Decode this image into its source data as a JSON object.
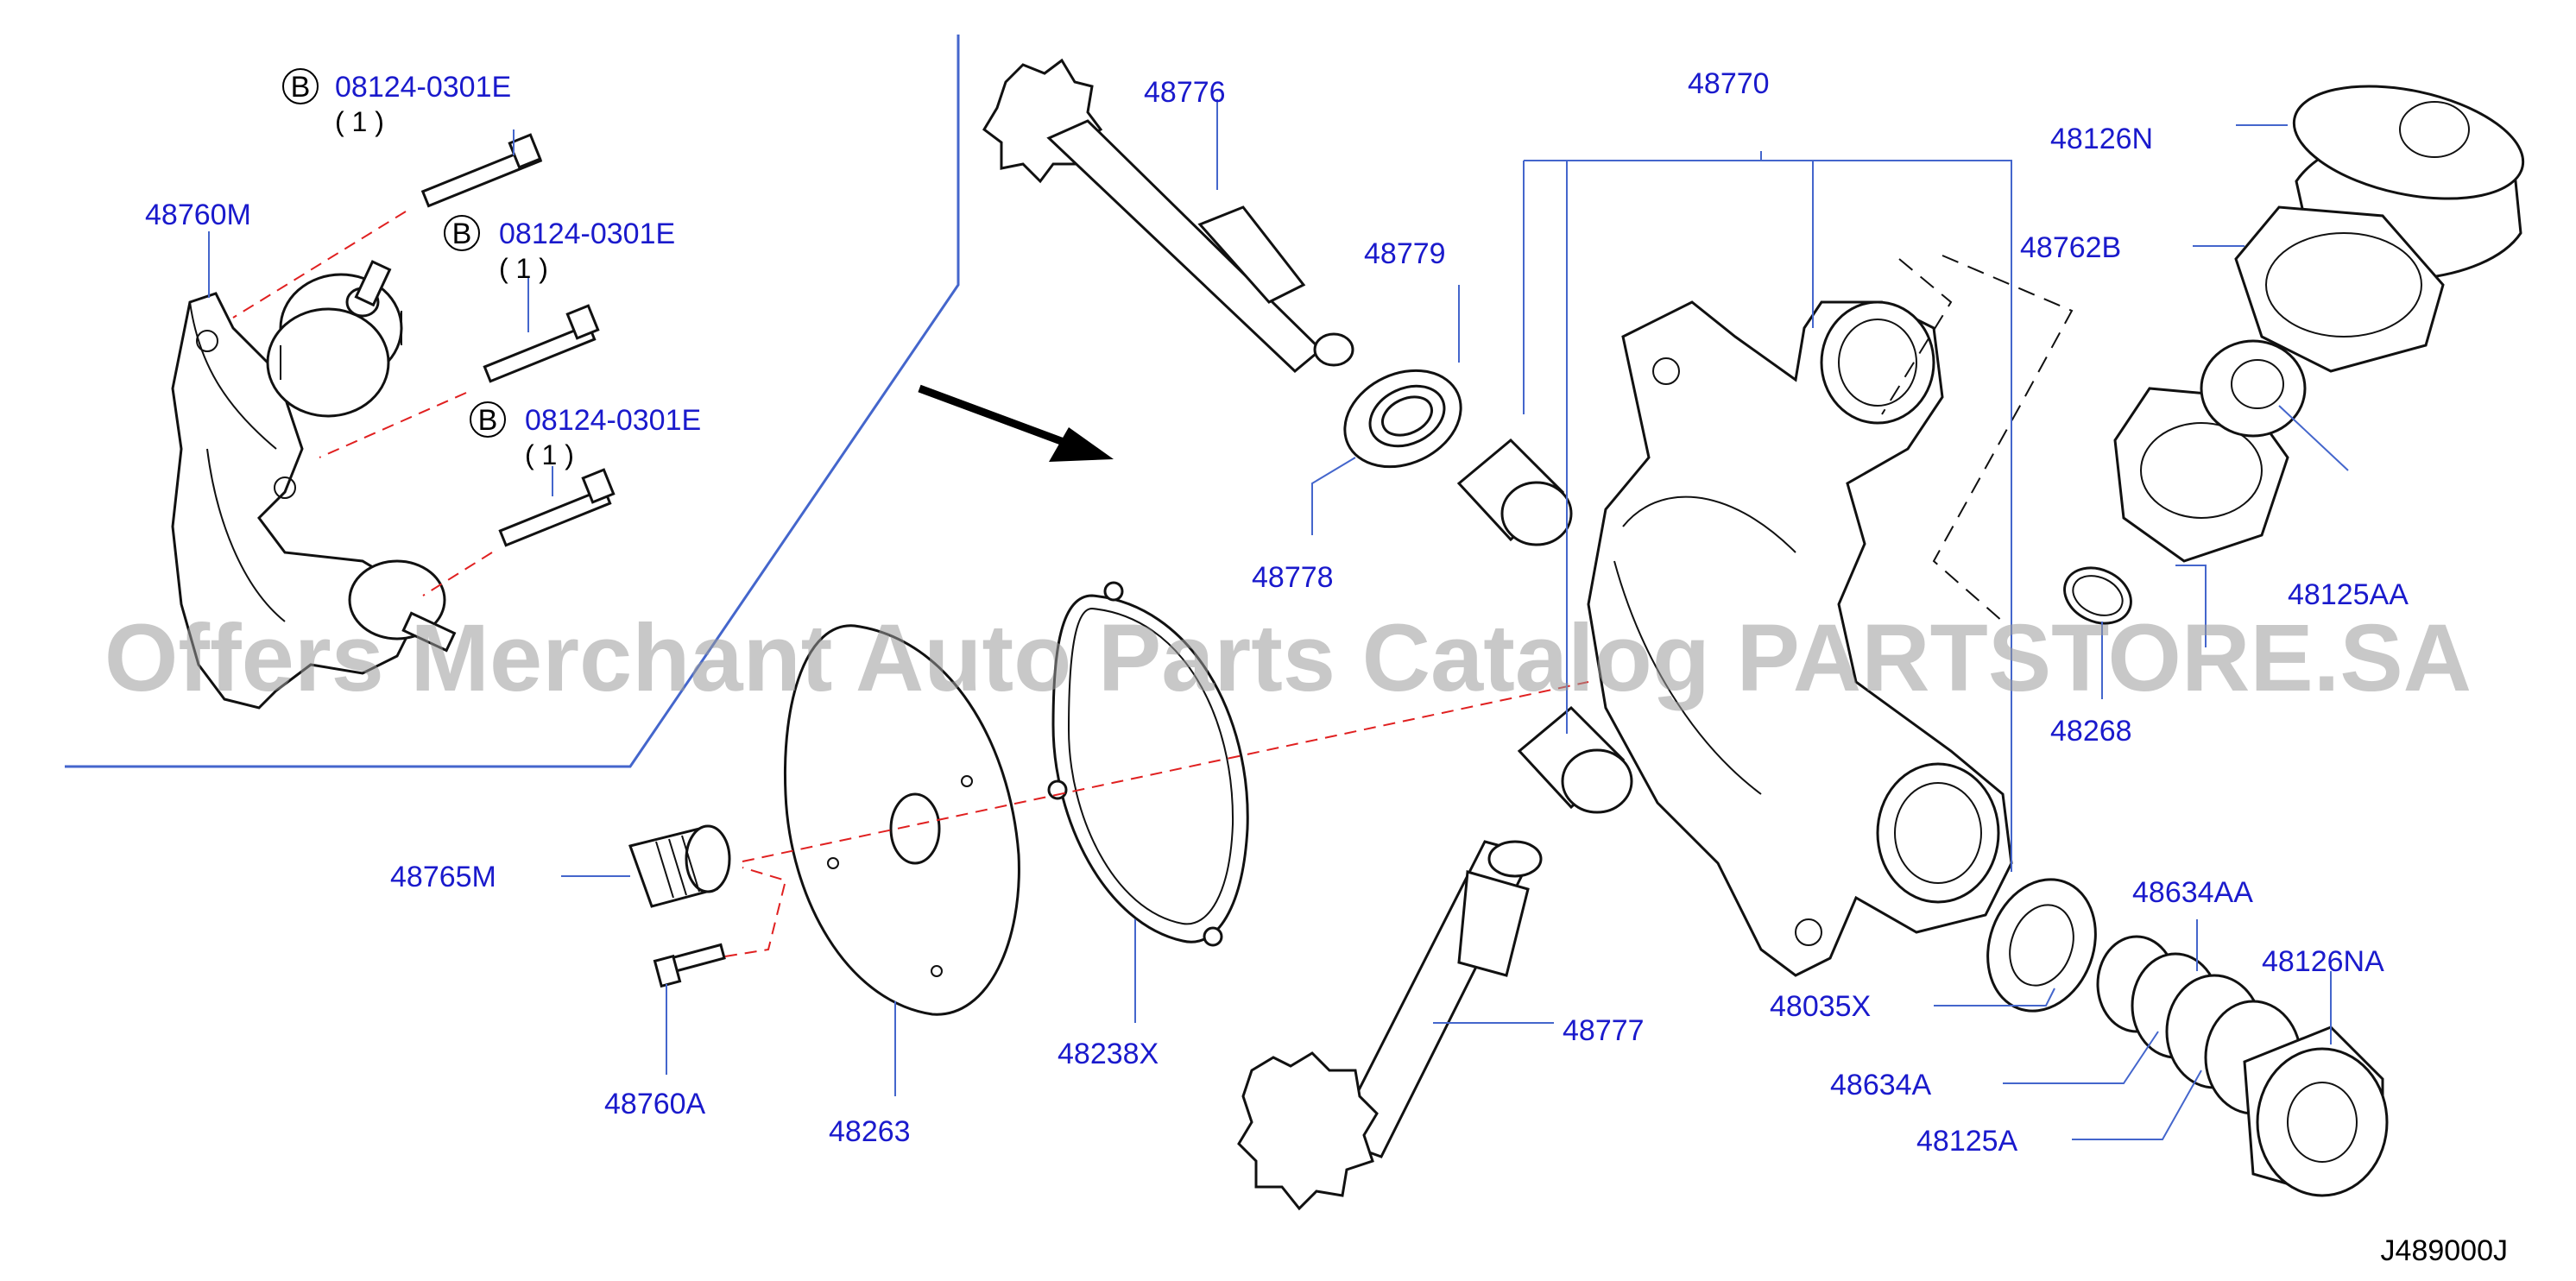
{
  "diagram_code": "J489000J",
  "watermark": "Offers Merchant Auto Parts Catalog PARTSTORE.SA",
  "bolt_marker": "B",
  "bolts": [
    {
      "part_no": "08124-0301E",
      "qty": "( 1 )"
    },
    {
      "part_no": "08124-0301E",
      "qty": "( 1 )"
    },
    {
      "part_no": "08124-0301E",
      "qty": "( 1 )"
    }
  ],
  "parts": {
    "p48760M": "48760M",
    "p48776": "48776",
    "p48779": "48779",
    "p48778": "48778",
    "p48770": "48770",
    "p48126N": "48126N",
    "p48762B": "48762B",
    "p48125AA": "48125AA",
    "p48268": "48268",
    "p48765M": "48765M",
    "p48760A": "48760A",
    "p48263": "48263",
    "p48238X": "48238X",
    "p48777": "48777",
    "p48035X": "48035X",
    "p48634AA": "48634AA",
    "p48126NA": "48126NA",
    "p48634A": "48634A",
    "p48125A": "48125A"
  }
}
